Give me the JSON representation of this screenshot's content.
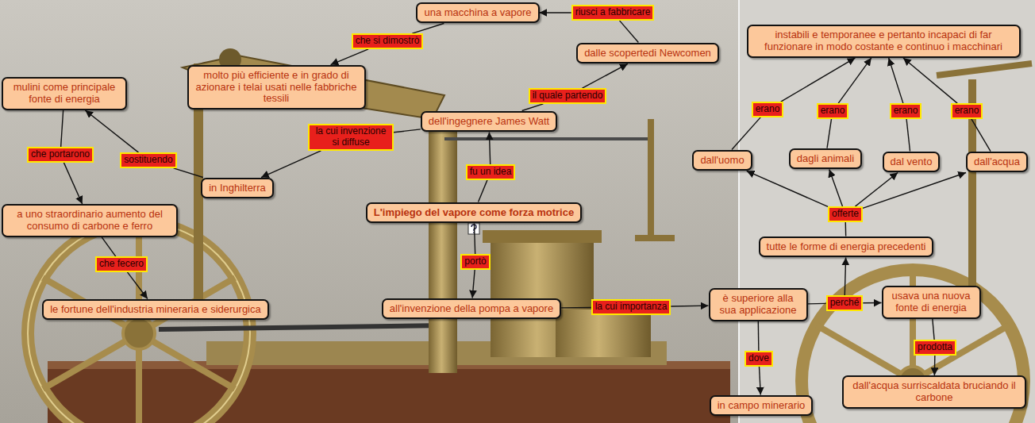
{
  "diagram": {
    "nodes": [
      {
        "text": [
          "una macchina a vapore"
        ]
      },
      {
        "text": [
          "riusci a fabbricare"
        ]
      },
      {
        "text": [
          "dalle scopertedi Newcomen"
        ]
      },
      {
        "text": [
          "che si dimostrò"
        ]
      },
      {
        "text": [
          "instabili e temporanee e pertanto incapaci di far funzionare in modo costante e continuo i macchinari"
        ]
      },
      {
        "text": [
          "mulini come principale fonte di energia"
        ]
      },
      {
        "text": [
          "molto più efficiente e in grado di azionare i telai usati nelle fabbriche tessili"
        ]
      },
      {
        "text": [
          "il quale partendo"
        ]
      },
      {
        "text": [
          "dell'ingegnere James Watt"
        ]
      },
      {
        "text": [
          "erano"
        ]
      },
      {
        "text": [
          "erano"
        ]
      },
      {
        "text": [
          "erano"
        ]
      },
      {
        "text": [
          "erano"
        ]
      },
      {
        "text": [
          "che portarono"
        ]
      },
      {
        "text": [
          "sostituendo"
        ]
      },
      {
        "text": [
          "la cui invenzione si diffuse"
        ]
      },
      {
        "text": [
          "dall'uomo"
        ]
      },
      {
        "text": [
          "dagli animali"
        ]
      },
      {
        "text": [
          "dal vento"
        ]
      },
      {
        "text": [
          "dall'acqua"
        ]
      },
      {
        "text": [
          "fu un idea"
        ]
      },
      {
        "text": [
          "in Inghilterra"
        ]
      },
      {
        "text": [
          "a uno straordinario aumento del consumo di carbone e ferro"
        ]
      },
      {
        "text": [
          "L'impiego del vapore come forza motrice"
        ]
      },
      {
        "text": [
          "offerte"
        ]
      },
      {
        "text": [
          "tutte le forme di energia precedenti"
        ]
      },
      {
        "text": [
          "che fecero"
        ]
      },
      {
        "text": [
          "portò"
        ]
      },
      {
        "text": [
          "le fortune dell'industria mineraria e siderurgica"
        ]
      },
      {
        "text": [
          "all'invenzione della pompa a vapore"
        ]
      },
      {
        "text": [
          "la cui importanza"
        ]
      },
      {
        "text": [
          "è superiore alla sua applicazione"
        ]
      },
      {
        "text": [
          "perché"
        ]
      },
      {
        "text": [
          "usava una nuova fonte di energia"
        ]
      },
      {
        "text": [
          "prodotta"
        ]
      },
      {
        "text": [
          "dove"
        ]
      },
      {
        "text": [
          "in campo minerario"
        ]
      },
      {
        "text": [
          "dall'acqua surriscaldata bruciando il carbone"
        ]
      }
    ],
    "edges": [
      {
        "from": 23,
        "to": 20,
        "arrow": "none"
      },
      {
        "from": 20,
        "to": 8,
        "arrow": "to"
      },
      {
        "from": 8,
        "to": 7,
        "arrow": "none"
      },
      {
        "from": 7,
        "to": 2,
        "arrow": "to"
      },
      {
        "from": 2,
        "to": 1,
        "arrow": "none"
      },
      {
        "from": 1,
        "to": 0,
        "arrow": "to"
      },
      {
        "from": 0,
        "to": 3,
        "arrow": "none"
      },
      {
        "from": 3,
        "to": 6,
        "arrow": "to"
      },
      {
        "from": 8,
        "to": 15,
        "arrow": "none"
      },
      {
        "from": 15,
        "to": 21,
        "arrow": "to"
      },
      {
        "from": 21,
        "to": 14,
        "arrow": "none"
      },
      {
        "from": 14,
        "to": 5,
        "arrow": "to"
      },
      {
        "from": 5,
        "to": 13,
        "arrow": "none"
      },
      {
        "from": 13,
        "to": 22,
        "arrow": "to"
      },
      {
        "from": 22,
        "to": 26,
        "arrow": "none"
      },
      {
        "from": 26,
        "to": 28,
        "arrow": "to"
      },
      {
        "from": 23,
        "to": 27,
        "arrow": "none"
      },
      {
        "from": 27,
        "to": 29,
        "arrow": "to"
      },
      {
        "from": 29,
        "to": 30,
        "arrow": "none"
      },
      {
        "from": 30,
        "to": 31,
        "arrow": "to"
      },
      {
        "from": 31,
        "to": 35,
        "arrow": "none"
      },
      {
        "from": 35,
        "to": 36,
        "arrow": "to"
      },
      {
        "from": 31,
        "to": 32,
        "arrow": "none"
      },
      {
        "from": 32,
        "to": 33,
        "arrow": "to"
      },
      {
        "from": 32,
        "to": 25,
        "arrow": "to"
      },
      {
        "from": 33,
        "to": 34,
        "arrow": "none"
      },
      {
        "from": 34,
        "to": 37,
        "arrow": "to"
      },
      {
        "from": 25,
        "to": 24,
        "arrow": "none"
      },
      {
        "from": 24,
        "to": 16,
        "arrow": "to"
      },
      {
        "from": 24,
        "to": 17,
        "arrow": "to"
      },
      {
        "from": 24,
        "to": 18,
        "arrow": "to"
      },
      {
        "from": 24,
        "to": 19,
        "arrow": "to"
      },
      {
        "from": 16,
        "to": 9,
        "arrow": "none"
      },
      {
        "from": 9,
        "to": 4,
        "arrow": "to"
      },
      {
        "from": 17,
        "to": 10,
        "arrow": "none"
      },
      {
        "from": 10,
        "to": 4,
        "arrow": "to"
      },
      {
        "from": 18,
        "to": 11,
        "arrow": "none"
      },
      {
        "from": 11,
        "to": 4,
        "arrow": "to"
      },
      {
        "from": 19,
        "to": 12,
        "arrow": "none"
      },
      {
        "from": 12,
        "to": 4,
        "arrow": "to"
      }
    ]
  }
}
